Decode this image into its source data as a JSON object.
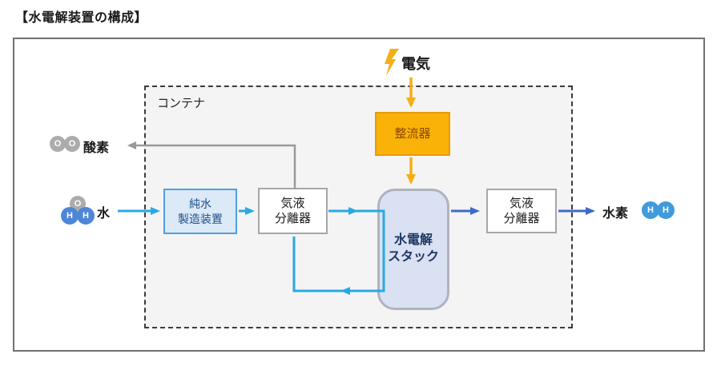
{
  "title": "【水電解装置の構成】",
  "container": {
    "label": "コンテナ"
  },
  "nodes": {
    "rectifier": {
      "label": "整流器"
    },
    "pure_water": {
      "line1": "純水",
      "line2": "製造装置"
    },
    "separator_left": {
      "line1": "気液",
      "line2": "分離器"
    },
    "stack": {
      "line1": "水電解",
      "line2": "スタック"
    },
    "separator_right": {
      "line1": "気液",
      "line2": "分離器"
    }
  },
  "io": {
    "electricity": {
      "label": "電気"
    },
    "oxygen": {
      "label": "酸素",
      "atoms": [
        "O",
        "O"
      ]
    },
    "water": {
      "label": "水",
      "atoms": [
        "O",
        "H",
        "H"
      ]
    },
    "hydrogen": {
      "label": "水素",
      "atoms": [
        "H",
        "H"
      ]
    }
  },
  "colors": {
    "water_flow": "#29a9e2",
    "hydrogen_flow": "#3e6bc7",
    "oxygen_flow": "#999999",
    "electricity_flow": "#f6ae17",
    "rectifier_fill": "#f9b208",
    "rectifier_border": "#e79c08",
    "rectifier_text": "#8a4500",
    "stack_fill": "#d9e1f2",
    "stack_text": "#1f3864",
    "pure_water_fill": "#dce9f7",
    "pure_water_border": "#4f9fe0",
    "container_fill": "#f4f4f5",
    "oxygen_atom": "#acacac",
    "water_h_atom": "#4e86d8",
    "hydrogen_atom": "#3f9bdc"
  }
}
